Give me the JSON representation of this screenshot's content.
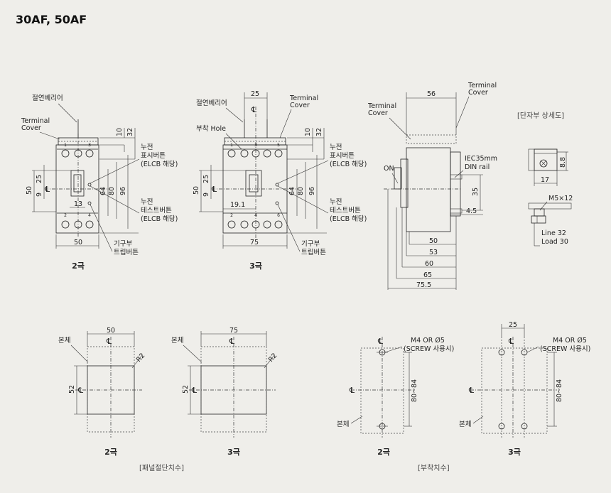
{
  "title": "30AF, 50AF",
  "front_2p": {
    "caption": "2극",
    "lbl_barrier": "절연베리어",
    "lbl_terminal_cover_1": "Terminal",
    "lbl_terminal_cover_2": "Cover",
    "lbl_indicator_1": "누전",
    "lbl_indicator_2": "표시버튼",
    "lbl_indicator_3": "(ELCB 해당)",
    "lbl_test_1": "누전",
    "lbl_test_2": "테스트버튼",
    "lbl_test_3": "(ELCB 해당)",
    "lbl_trip_1": "기구부",
    "lbl_trip_2": "트립버튼",
    "dim_10": "10",
    "dim_32": "32",
    "dim_25": "25",
    "dim_50v": "50",
    "dim_9": "9",
    "dim_64": "64",
    "dim_80": "80",
    "dim_96": "96",
    "dim_13": "13",
    "dim_50h": "50"
  },
  "front_3p": {
    "caption": "3극",
    "lbl_barrier": "절연베리어",
    "lbl_hole": "부착 Hole",
    "lbl_terminal_cover_1": "Terminal",
    "lbl_terminal_cover_2": "Cover",
    "lbl_indicator_1": "누전",
    "lbl_indicator_2": "표시버튼",
    "lbl_indicator_3": "(ELCB 해당)",
    "lbl_test_1": "누전",
    "lbl_test_2": "테스트버튼",
    "lbl_test_3": "(ELCB 해당)",
    "lbl_trip_1": "기구부",
    "lbl_trip_2": "트립버튼",
    "dim_25h": "25",
    "dim_10": "10",
    "dim_32": "32",
    "dim_25": "25",
    "dim_50v": "50",
    "dim_9": "9",
    "dim_64": "64",
    "dim_80": "80",
    "dim_96": "96",
    "dim_19_1": "19.1",
    "dim_75": "75"
  },
  "side": {
    "lbl_terminal_cover_l1": "Terminal",
    "lbl_terminal_cover_l2": "Cover",
    "lbl_terminal_cover_r1": "Terminal",
    "lbl_terminal_cover_r2": "Cover",
    "lbl_on": "ON",
    "lbl_din_1": "IEC35mm",
    "lbl_din_2": "DIN rail",
    "dim_56": "56",
    "dim_35": "35",
    "dim_4_5": "4.5",
    "dim_50": "50",
    "dim_53": "53",
    "dim_60": "60",
    "dim_65": "65",
    "dim_75_5": "75.5"
  },
  "detail": {
    "title": "[단자부 상세도]",
    "dim_8_8": "8.8",
    "dim_17": "17",
    "lbl_screw": "M5×12",
    "lbl_line": "Line 32",
    "lbl_load": "Load 30"
  },
  "panel_2p": {
    "caption": "2극",
    "lbl_body": "본체",
    "dim_w": "50",
    "dim_h": "52",
    "lbl_r": "R2"
  },
  "panel_3p": {
    "caption": "3극",
    "lbl_body": "본체",
    "dim_w": "75",
    "dim_h": "52",
    "lbl_r": "R2"
  },
  "panel_title": "[패널절단치수]",
  "mount_2p": {
    "caption": "2극",
    "lbl_screw_1": "M4 OR Ø5",
    "lbl_screw_2": "(SCREW 사용시)",
    "dim_h": "80~84",
    "lbl_body": "본체"
  },
  "mount_3p": {
    "caption": "3극",
    "dim_25": "25",
    "lbl_screw_1": "M4 OR Ø5",
    "lbl_screw_2": "(SCREW 사용시)",
    "dim_h": "80~84",
    "lbl_body": "본체"
  },
  "mount_title": "[부착치수]",
  "centerline": "℄",
  "terminals_top_3p": [
    "1",
    "3",
    "5"
  ],
  "terminals_bot_3p": [
    "2",
    "4",
    "6"
  ],
  "terminals_top_2p": [
    "1",
    "3"
  ],
  "terminals_bot_2p": [
    "2",
    "4"
  ]
}
